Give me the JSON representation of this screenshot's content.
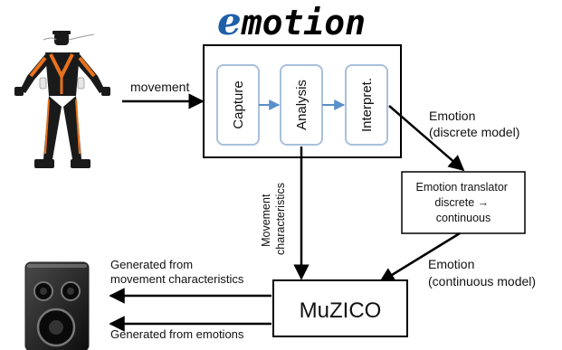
{
  "logo": {
    "first": "e",
    "rest": "motion",
    "first_color": "#1f5fa8",
    "rest_color": "#000000"
  },
  "stages": [
    {
      "label": "Capture"
    },
    {
      "label": "Analysis"
    },
    {
      "label": "Interpret."
    }
  ],
  "edges": {
    "movement": "movement",
    "emotion_discrete_1": "Emotion",
    "emotion_discrete_2": "(discrete model)",
    "movement_char_1": "Movement",
    "movement_char_2": "characteristics",
    "emotion_continuous_1": "Emotion",
    "emotion_continuous_2": "(continuous model)",
    "generated_movement_1": "Generated from",
    "generated_movement_2": "movement characteristics",
    "generated_emotions": "Generated from emotions"
  },
  "translator": {
    "line1": "Emotion translator",
    "line2": "discrete →",
    "line3": "continuous"
  },
  "muzico": {
    "label": "MuZICO"
  },
  "colors": {
    "stage_border": "#a9c0dc",
    "arrow_blue": "#5b8fc9",
    "suit_orange": "#e8721c",
    "suit_black": "#1a1a1a"
  }
}
